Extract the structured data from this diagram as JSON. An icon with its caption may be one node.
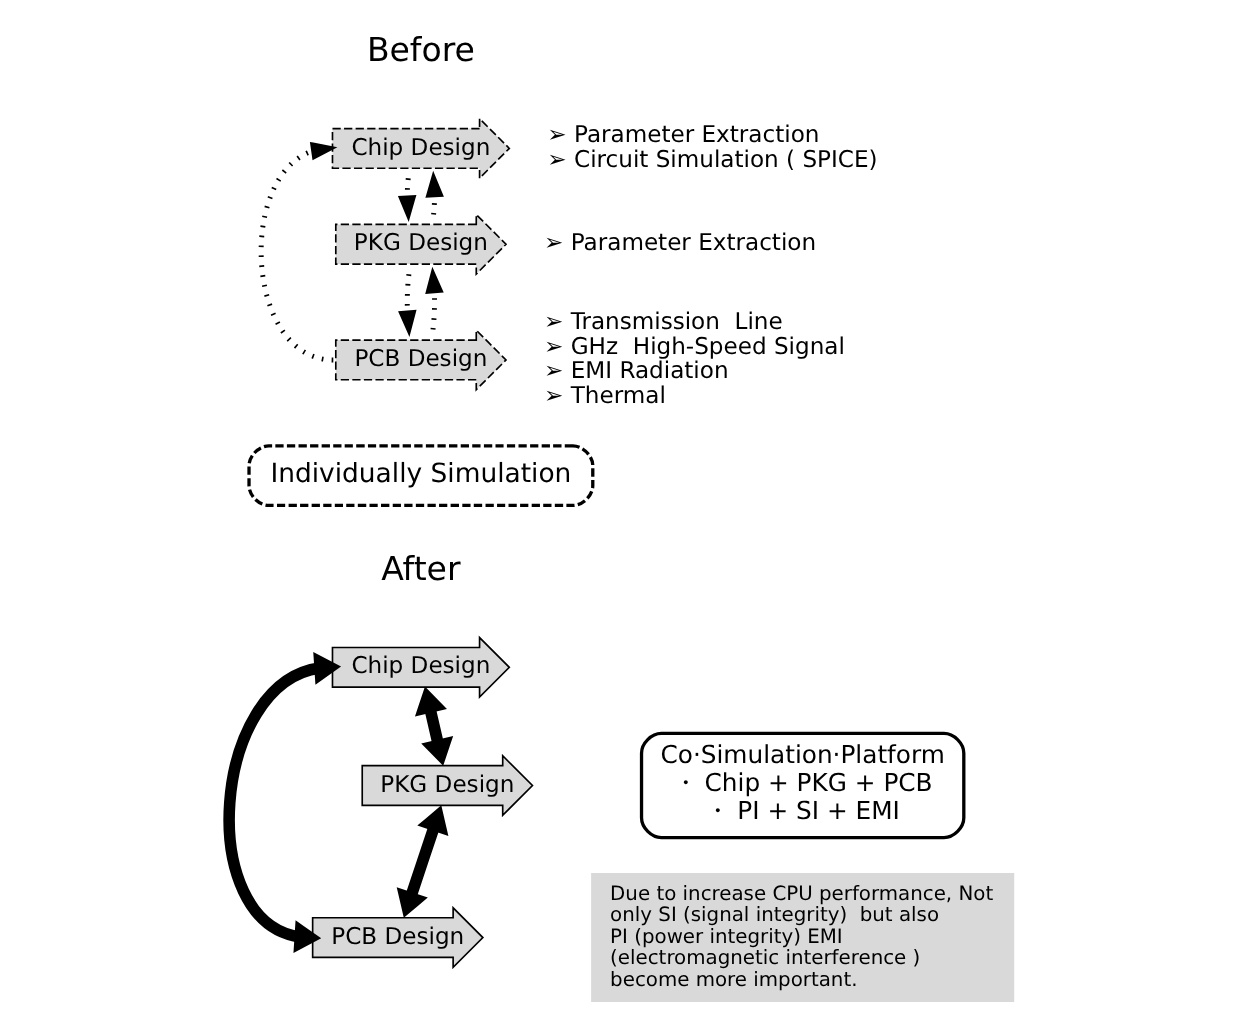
{
  "diagram": {
    "nodes": [
      {
        "text": [
          "Chip Design"
        ],
        "beside": [
          "➢ Parameter Extraction",
          "➢ Circuit Simulation ( SPICE)"
        ]
      },
      {
        "text": [
          "PKG Design"
        ],
        "beside": [
          "➢ Parameter Extraction"
        ]
      },
      {
        "text": [
          "PCB Design"
        ],
        "beside": [
          "➢ Transmission  Line",
          "➢ GHz  High-Speed Signal",
          "➢ EMI Radiation",
          "➢ Thermal"
        ]
      },
      {
        "text": [
          "Individually Simulation"
        ]
      },
      {
        "text": [
          "Chip Design"
        ]
      },
      {
        "text": [
          "PKG Design"
        ]
      },
      {
        "text": [
          "PCB Design"
        ]
      },
      {
        "text": [
          "Co·Simulation·Platform",
          "・ Chip + PKG + PCB",
          "・ PI + SI + EMI"
        ]
      },
      {
        "text": [
          "Due to increase CPU performance, Not only SI (signal integrity)  but also PI (power integrity) EMI (electromagnetic interference ) become more important."
        ]
      }
    ],
    "edges": [
      {
        "from": 0,
        "to": 1,
        "arrow": "to",
        "style": "dashed"
      },
      {
        "from": 1,
        "to": 0,
        "arrow": "to",
        "style": "dashed"
      },
      {
        "from": 1,
        "to": 2,
        "arrow": "to",
        "style": "dashed"
      },
      {
        "from": 2,
        "to": 1,
        "arrow": "to",
        "style": "dashed"
      },
      {
        "from": 2,
        "to": 0,
        "arrow": "to",
        "style": "dashed"
      },
      {
        "from": 4,
        "to": 5,
        "arrow": "both",
        "style": "thick"
      },
      {
        "from": 5,
        "to": 6,
        "arrow": "both",
        "style": "thick"
      },
      {
        "from": 4,
        "to": 6,
        "arrow": "both",
        "style": "thick"
      }
    ],
    "labels": [
      "Before",
      "After"
    ]
  }
}
